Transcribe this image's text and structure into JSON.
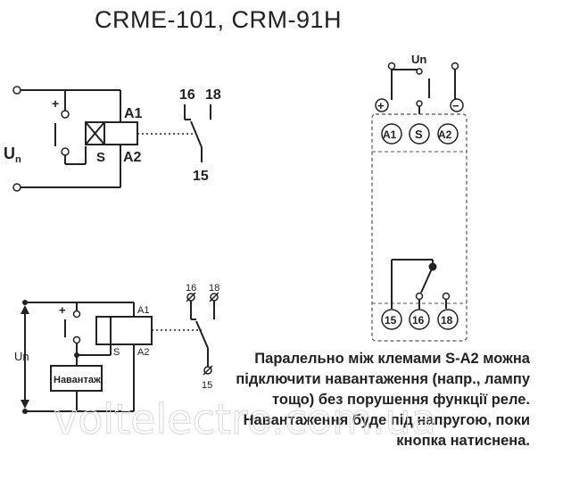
{
  "title": "CRME-101, CRM-91H",
  "top_diagram": {
    "supply_label": "U",
    "supply_subscript": "n",
    "plus": "+",
    "a1": "A1",
    "a2": "A2",
    "s": "S",
    "c16": "16",
    "c18": "18",
    "c15": "15"
  },
  "device": {
    "un": "Un",
    "plus": "+",
    "minus": "−",
    "t_a1": "A1",
    "t_s": "S",
    "t_a2": "A2",
    "t_15": "15",
    "t_16": "16",
    "t_18": "18"
  },
  "bottom_diagram": {
    "un": "Un",
    "plus": "+",
    "a1": "A1",
    "a2": "A2",
    "s": "S",
    "load": "Навантаж.",
    "c16": "16",
    "c18": "18",
    "c15": "15"
  },
  "description": [
    "Паралельно між клемами S-A2 можна",
    "підключити навантаження (напр., лампу",
    "тощо) без порушення функції реле.",
    "Навантаження буде під напругою, поки",
    "кнопка натиснена."
  ],
  "watermark": "voltelectro.com.ua"
}
